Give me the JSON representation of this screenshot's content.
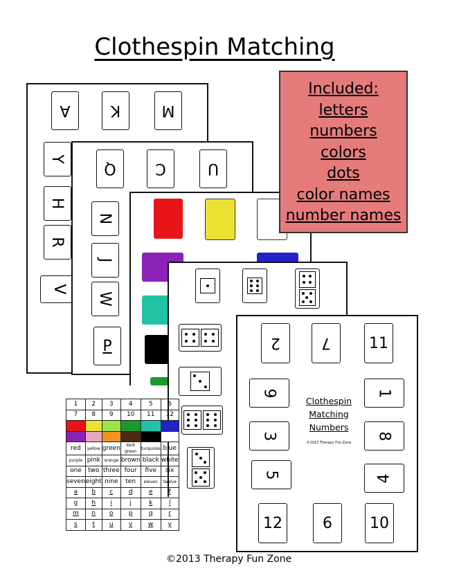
{
  "title": "Clothespin Matching",
  "included": {
    "heading": "Included:",
    "items": [
      "letters",
      "numbers",
      "colors",
      "dots",
      "color names",
      "number names"
    ]
  },
  "letters_page1": [
    "A",
    "K",
    "M",
    "Y",
    "H",
    "R",
    "V"
  ],
  "letters_page2": [
    "Q",
    "C",
    "U",
    "N",
    "J",
    "W",
    "P"
  ],
  "numbers_page": {
    "title_lines": [
      "Clothespin",
      "Matching",
      "Numbers"
    ],
    "copyright": "©2013 Therapy Fun Zone",
    "cards": [
      "2",
      "7",
      "11",
      "9",
      "1",
      "3",
      "8",
      "5",
      "4",
      "12",
      "6",
      "10"
    ]
  },
  "colors": {
    "red": "#e8141a",
    "yellow": "#ede234",
    "purple": "#8b22b8",
    "teal": "#22c2a6",
    "black": "#000000",
    "blue": "#2222c8",
    "green": "#1a9a2a",
    "pink": "#e5a8c2",
    "orange": "#f29222",
    "brown": "#4a2a10",
    "lime": "#9ae34a",
    "white": "#ffffff",
    "box": "#e57b7b"
  },
  "grid": {
    "rows": [
      [
        "1",
        "2",
        "3",
        "4",
        "5",
        "6"
      ],
      [
        "7",
        "8",
        "9",
        "10",
        "11",
        "12"
      ],
      [
        "red",
        "yellow",
        "green",
        "dark green",
        "turquoise",
        "blue"
      ],
      [
        "purple",
        "pink",
        "orange",
        "brown",
        "black",
        "white"
      ],
      [
        "one",
        "two",
        "three",
        "four",
        "five",
        "six"
      ],
      [
        "seven",
        "eight",
        "nine",
        "ten",
        "eleven",
        "twelve"
      ],
      [
        "a",
        "b",
        "c",
        "d",
        "e",
        "f"
      ],
      [
        "g",
        "h",
        "i",
        "j",
        "k",
        "l"
      ],
      [
        "m",
        "n",
        "o",
        "p",
        "q",
        "r"
      ],
      [
        "s",
        "t",
        "u",
        "v",
        "w",
        "y"
      ]
    ]
  },
  "footer": "©2013 Therapy Fun Zone"
}
